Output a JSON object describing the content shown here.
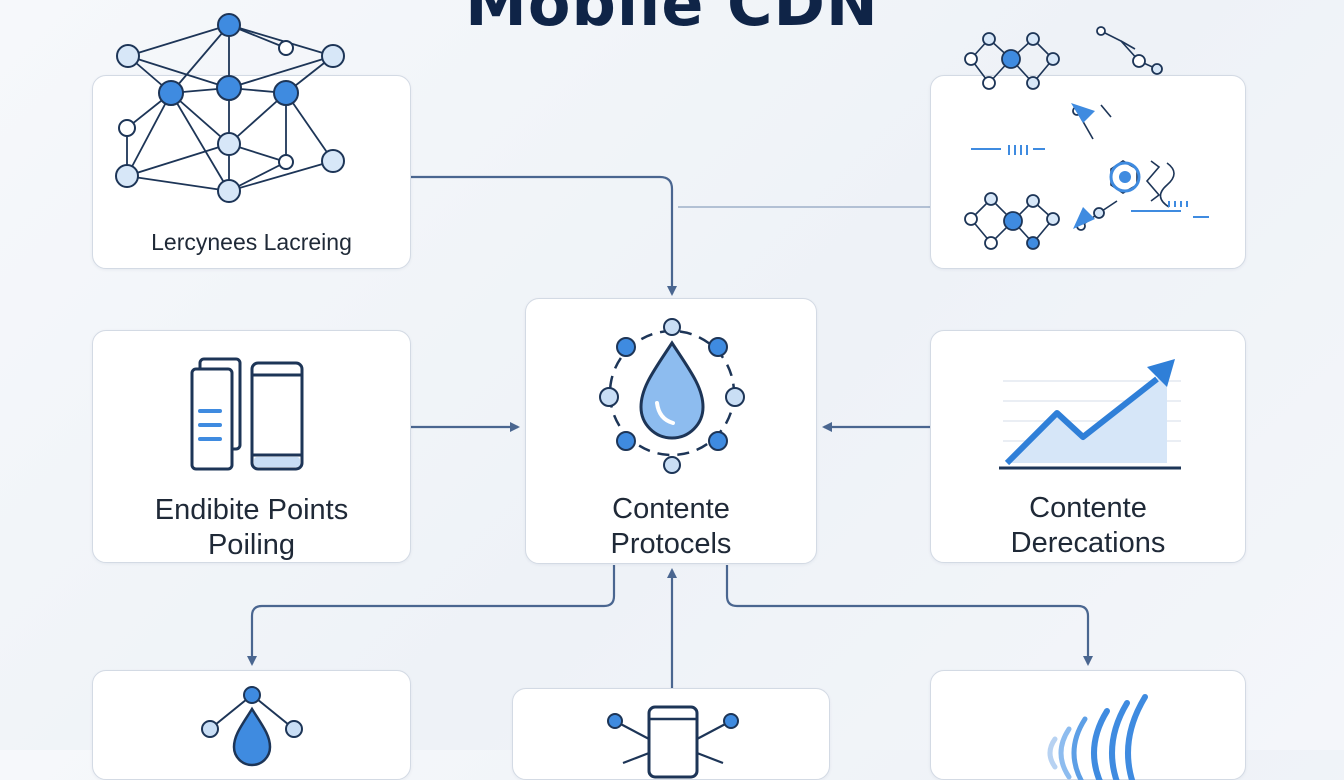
{
  "title": "Mobile CDN",
  "nodes": {
    "top_left": {
      "label": "Lercynees Lacreing",
      "icon": "network-graph-icon"
    },
    "top_right": {
      "label": "",
      "icon": "molecule-analysis-icon"
    },
    "middle_left": {
      "label_line1": "Endibite Points",
      "label_line2": "Poiling",
      "icon": "devices-icon"
    },
    "center": {
      "label_line1": "Contente",
      "label_line2": "Protocels",
      "icon": "droplet-hub-icon"
    },
    "middle_right": {
      "label_line1": "Contente",
      "label_line2": "Derecations",
      "icon": "growth-chart-icon"
    },
    "bottom_left": {
      "label": "",
      "icon": "droplet-network-icon"
    },
    "bottom_center": {
      "label": "",
      "icon": "phone-network-icon"
    },
    "bottom_right": {
      "label": "",
      "icon": "signal-waves-icon"
    }
  },
  "colors": {
    "connector": "#4a6690",
    "accent": "#2f7fd8",
    "accent_light": "#c9def5",
    "stroke_dark": "#1d3557",
    "title": "#0f2447"
  }
}
